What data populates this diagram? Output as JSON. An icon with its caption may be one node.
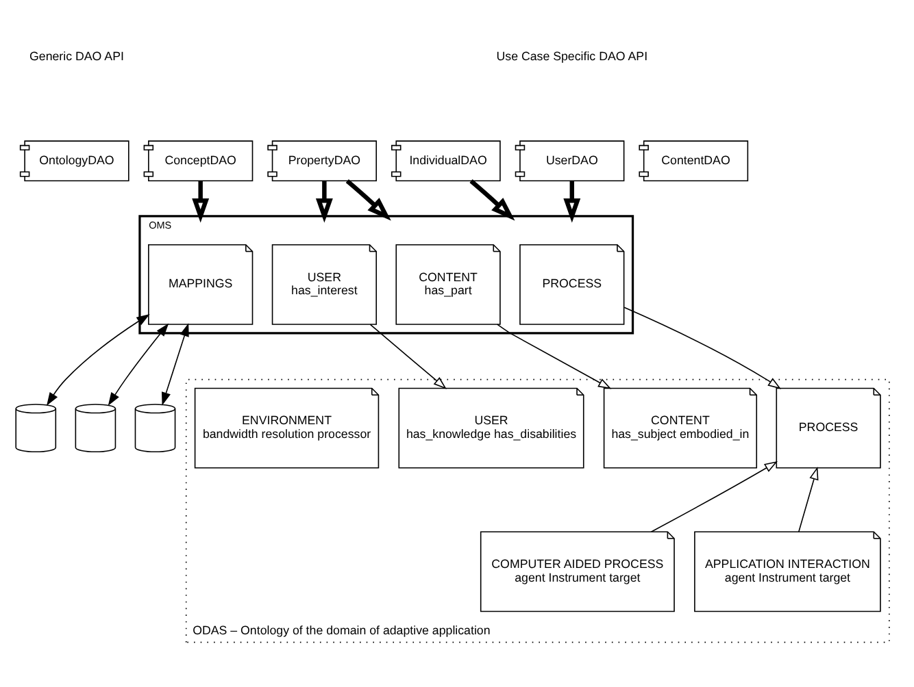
{
  "diagram": {
    "nodes": [
      {
        "text": [
          "OntologyDAO"
        ]
      },
      {
        "text": [
          "ConceptDAO"
        ]
      },
      {
        "text": [
          "PropertyDAO"
        ]
      },
      {
        "text": [
          "IndividualDAO"
        ]
      },
      {
        "text": [
          "UserDAO"
        ]
      },
      {
        "text": [
          "ContentDAO"
        ]
      },
      {
        "text": [
          "OMS"
        ]
      },
      {
        "text": [
          "MAPPINGS"
        ],
        "in": 6
      },
      {
        "text": [
          "USER",
          "has_interest"
        ],
        "in": 6
      },
      {
        "text": [
          "CONTENT",
          "has_part"
        ],
        "in": 6
      },
      {
        "text": [
          "PROCESS"
        ],
        "in": 6
      },
      {
        "text": [],
        "shape": "cylinder"
      },
      {
        "text": [],
        "shape": "cylinder"
      },
      {
        "text": [],
        "shape": "cylinder"
      },
      {
        "text": [
          "ODAS – Ontology of the domain of adaptive application"
        ]
      },
      {
        "text": [
          "USER",
          "has_knowledge has_disabilities"
        ],
        "in": 14
      },
      {
        "text": [
          "CONTENT",
          "has_subject embodied_in"
        ],
        "in": 14
      },
      {
        "text": [
          "PROCESS"
        ],
        "in": 14
      },
      {
        "text": [
          "ENVIRONMENT",
          "bandwidth resolution processor"
        ],
        "in": 14
      },
      {
        "text": [
          "COMPUTER AIDED PROCESS",
          "agent Instrument target"
        ],
        "in": 14
      },
      {
        "text": [
          "APPLICATION INTERACTION",
          "agent Instrument target"
        ],
        "in": 14
      }
    ],
    "edges": [
      {
        "from": 1,
        "to": 6,
        "arrow": "to",
        "style": "thick"
      },
      {
        "from": 2,
        "to": 6,
        "arrow": "to",
        "style": "thick"
      },
      {
        "from": 2,
        "to": 6,
        "arrow": "to",
        "style": "thick"
      },
      {
        "from": 3,
        "to": 6,
        "arrow": "to",
        "style": "thick"
      },
      {
        "from": 4,
        "to": 6,
        "arrow": "to",
        "style": "thick"
      },
      {
        "from": 7,
        "to": 11,
        "arrow": "both"
      },
      {
        "from": 7,
        "to": 12,
        "arrow": "both"
      },
      {
        "from": 7,
        "to": 13,
        "arrow": "both"
      },
      {
        "from": 8,
        "to": 15,
        "arrow": "to"
      },
      {
        "from": 9,
        "to": 16,
        "arrow": "to"
      },
      {
        "from": 10,
        "to": 17,
        "arrow": "to"
      },
      {
        "from": 19,
        "to": 17,
        "arrow": "to"
      },
      {
        "from": 20,
        "to": 17,
        "arrow": "to"
      }
    ],
    "labels": [
      "Generic DAO API",
      "Use Case Specific DAO API"
    ]
  }
}
